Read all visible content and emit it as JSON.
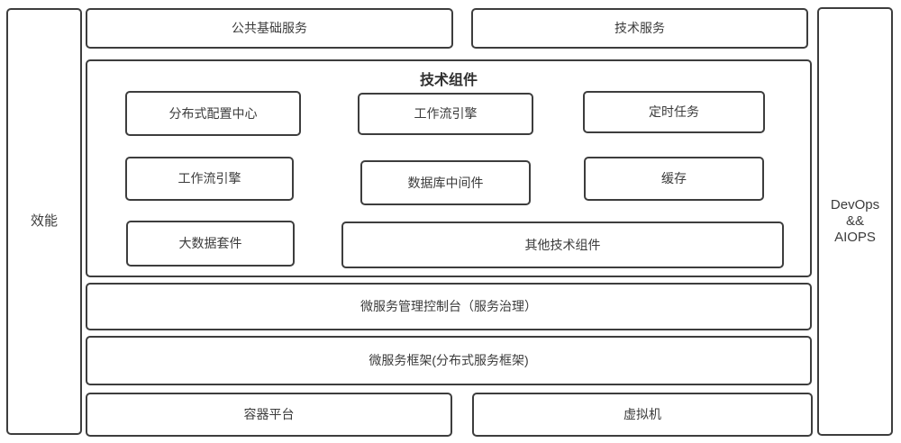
{
  "palette": {
    "border": "#3d3d3d",
    "text": "#3b3b3b",
    "background": "#ffffff"
  },
  "diagram": {
    "left_rail": {
      "label": "效能"
    },
    "right_rail": {
      "lines": [
        "DevOps",
        "&&",
        "AIOPS"
      ]
    },
    "top_row": [
      {
        "label": "公共基础服务"
      },
      {
        "label": "技术服务"
      }
    ],
    "tech_components": {
      "title": "技术组件",
      "items": [
        {
          "label": "分布式配置中心"
        },
        {
          "label": "工作流引擎"
        },
        {
          "label": "定时任务"
        },
        {
          "label": "工作流引擎"
        },
        {
          "label": "数据库中间件"
        },
        {
          "label": "缓存"
        },
        {
          "label": "大数据套件"
        },
        {
          "label": "其他技术组件"
        }
      ]
    },
    "bands": [
      {
        "label": "微服务管理控制台（服务治理）"
      },
      {
        "label": "微服务框架(分布式服务框架)"
      }
    ],
    "bottom_row": [
      {
        "label": "容器平台"
      },
      {
        "label": "虚拟机"
      }
    ]
  }
}
